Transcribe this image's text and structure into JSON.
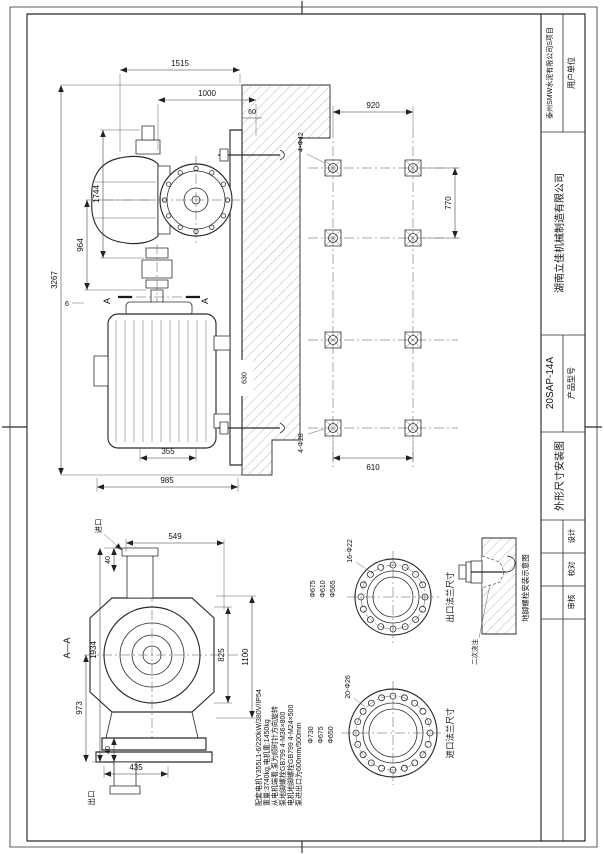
{
  "title_block": {
    "user_unit_label": "用户单位",
    "user_unit_value": "泰州SMW水泥有限公司S项目",
    "company": "湖南立佳机械制造有限公司",
    "model_label": "产品型号",
    "model_value": "20SAP-14A",
    "drawing_title": "外形尺寸安装图",
    "sign_design": "设计",
    "sign_check": "校对",
    "sign_review": "审核"
  },
  "elevation_view": {
    "dim_1515": "1515",
    "dim_1000": "1000",
    "dim_60": "60",
    "dim_1744": "1744",
    "dim_964": "964",
    "dim_3267": "3267",
    "dim_355": "355",
    "dim_985": "985",
    "dim_630": "630",
    "dim_6": "6",
    "section_letter": "A"
  },
  "foundation_plan": {
    "dim_920": "920",
    "dim_770": "770",
    "dim_610": "610",
    "pump_holes": "4-Φ42",
    "motor_holes": "4-Φ28"
  },
  "section_view": {
    "label": "A—A",
    "dim_549": "549",
    "dim_40_top": "40",
    "dim_40_bottom": "40",
    "dim_1934": "1934",
    "dim_973": "973",
    "dim_435": "435",
    "dim_825": "825",
    "dim_1100": "1100",
    "inlet": "进口",
    "outlet": "出口"
  },
  "outlet_flange": {
    "title": "出口法兰尺寸",
    "bolts": "16-Φ22",
    "d1": "Φ675",
    "d2": "Φ610",
    "d3": "Φ565"
  },
  "inlet_flange": {
    "title": "进口法兰尺寸",
    "bolts": "20-Φ26",
    "d1": "Φ730",
    "d2": "Φ675",
    "d3": "Φ650"
  },
  "notes": {
    "line1": "配套电机Y355L1-6/220kW/380V/IP54",
    "line2": "重量:3740kg,电机重:1450kg",
    "line3": "从电机端看,泵为顺时针方向旋转",
    "line4": "泵地脚螺栓GB799 4-M36×800",
    "line5": "电机地脚螺栓GB799 4-M24×500",
    "line6": "泵进出口为600mm/500mm"
  },
  "bolt_detail": {
    "title": "地脚螺栓安装示意图",
    "note": "二次浇注"
  }
}
